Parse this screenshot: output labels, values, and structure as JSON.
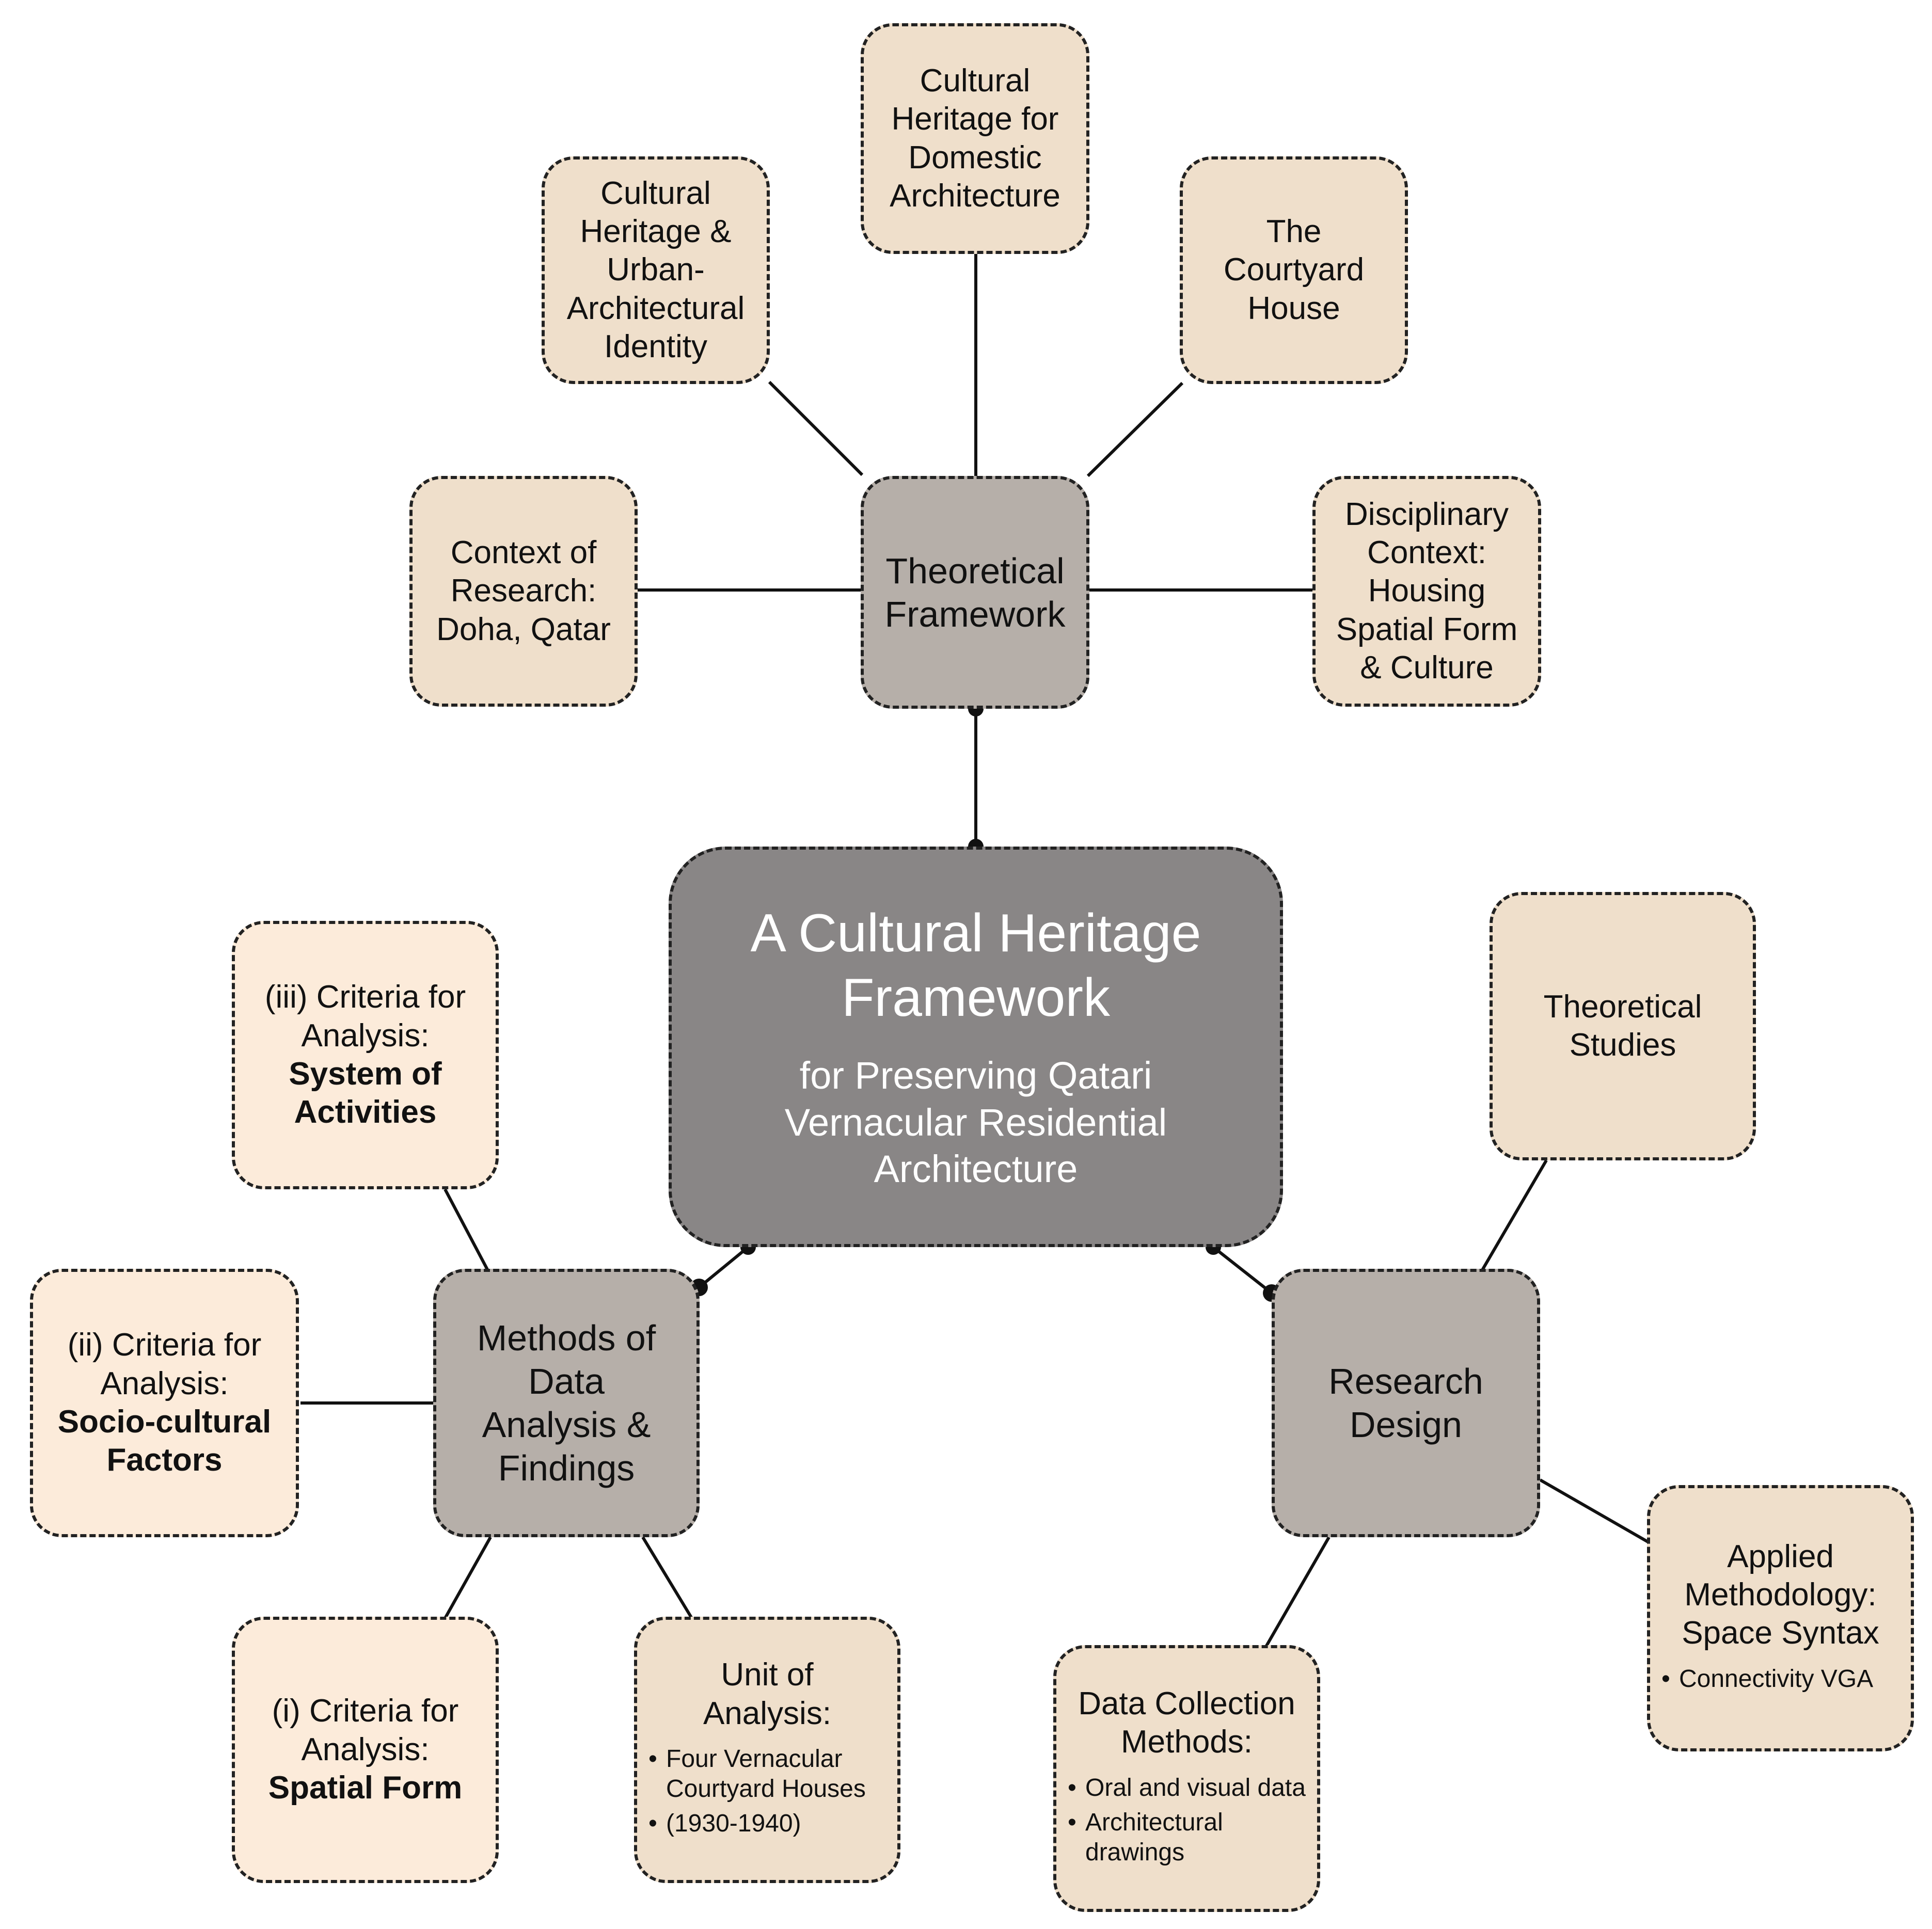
{
  "colors": {
    "leaf_fill": "#efdfcb",
    "leaf_fill_light": "#fcebda",
    "hub_fill": "#b6afa9",
    "center_fill": "#898686",
    "line": "#111111"
  },
  "center": {
    "title": [
      "A Cultural Heritage",
      "Framework"
    ],
    "subtitle": [
      "for Preserving Qatari",
      "Vernacular Residential",
      "Architecture"
    ]
  },
  "hubs": {
    "theoretical": [
      "Theoretical",
      "Framework"
    ],
    "methods": [
      "Methods of",
      "Data",
      "Analysis &",
      "Findings"
    ],
    "research": [
      "Research",
      "Design"
    ]
  },
  "theoretical_children": {
    "context": [
      "Context of",
      "Research:",
      "Doha, Qatar"
    ],
    "identity": [
      "Cultural",
      "Heritage &",
      "Urban-",
      "Architectural",
      "Identity"
    ],
    "domestic": [
      "Cultural",
      "Heritage for",
      "Domestic",
      "Architecture"
    ],
    "courtyard": [
      "The",
      "Courtyard",
      "House"
    ],
    "disciplinary": [
      "Disciplinary",
      "Context:",
      "Housing",
      "Spatial Form",
      "& Culture"
    ]
  },
  "methods_children": {
    "activities": {
      "lines": [
        "(iii) Criteria for",
        "Analysis:"
      ],
      "bold": [
        "System of",
        "Activities"
      ]
    },
    "socio": {
      "lines": [
        "(ii) Criteria for",
        "Analysis:"
      ],
      "bold": [
        "Socio-cultural",
        "Factors"
      ]
    },
    "spatial": {
      "lines": [
        "(i) Criteria for",
        "Analysis:"
      ],
      "bold": [
        "Spatial Form"
      ]
    },
    "unit": {
      "head": [
        "Unit of",
        "Analysis:"
      ],
      "bullets": [
        "Four Vernacular Courtyard Houses",
        "(1930-1940)"
      ]
    }
  },
  "research_children": {
    "theoretical_studies": [
      "Theoretical",
      "Studies"
    ],
    "applied": {
      "head": [
        "Applied",
        "Methodology:",
        "Space Syntax"
      ],
      "bullets": [
        "Connectivity VGA"
      ]
    },
    "data_collection": {
      "head": [
        "Data Collection",
        "Methods:"
      ],
      "bullets": [
        "Oral and visual data",
        "Architectural drawings"
      ]
    }
  }
}
